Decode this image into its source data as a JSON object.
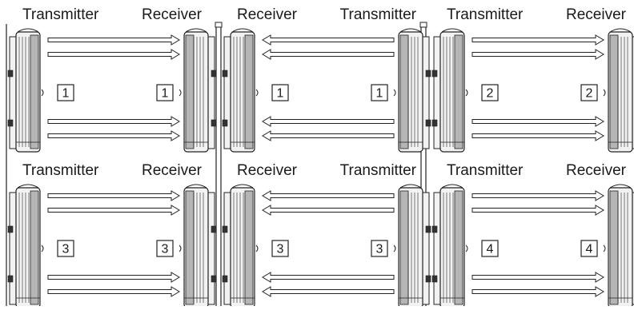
{
  "labels": {
    "transmitter": "Transmitter",
    "receiver": "Receiver"
  },
  "cells": [
    {
      "left_role": "transmitter",
      "right_role": "receiver",
      "channel": "1"
    },
    {
      "left_role": "receiver",
      "right_role": "transmitter",
      "channel": "1"
    },
    {
      "left_role": "transmitter",
      "right_role": "receiver",
      "channel": "2"
    },
    {
      "left_role": "transmitter",
      "right_role": "receiver",
      "channel": "3"
    },
    {
      "left_role": "receiver",
      "right_role": "transmitter",
      "channel": "3"
    },
    {
      "left_role": "transmitter",
      "right_role": "receiver",
      "channel": "4"
    }
  ],
  "colors": {
    "line": "#222222",
    "device_fill": "#f2f2f2",
    "device_shade": "#b5b5b5",
    "background": "#ffffff"
  }
}
